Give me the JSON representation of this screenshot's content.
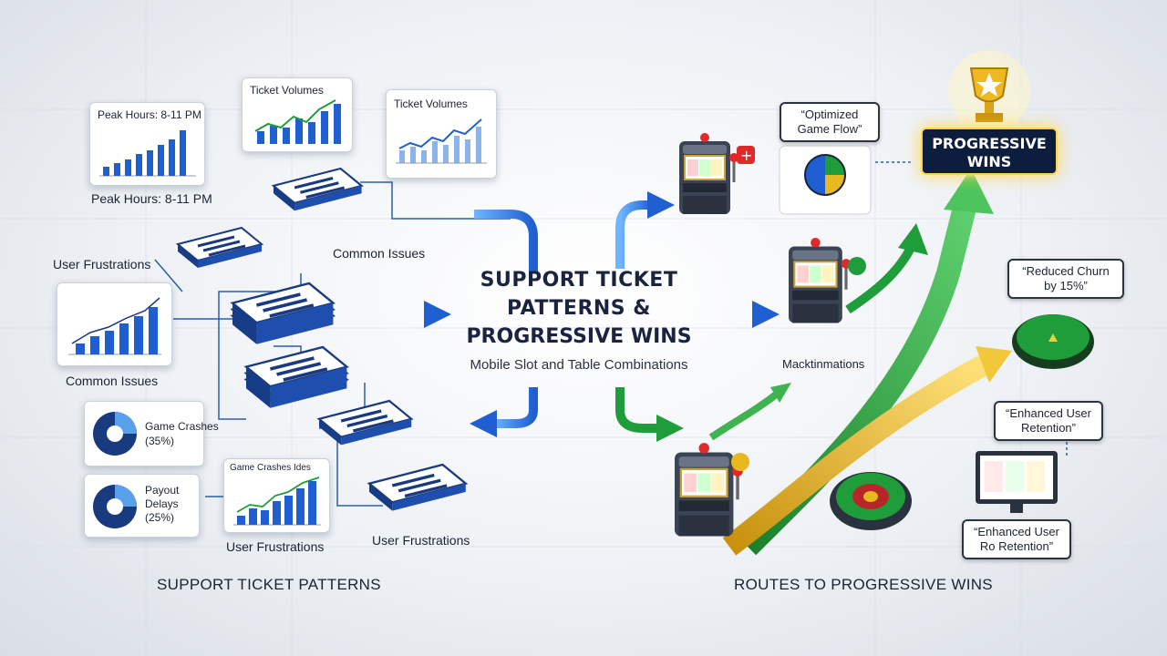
{
  "center": {
    "title_line1": "SUPPORT TICKET",
    "title_line2": "PATTERNS &",
    "title_line3": "PROGRESSIVE WINS",
    "subtitle": "Mobile Slot and Table Combinations"
  },
  "left": {
    "section_label": "SUPPORT TICKET PATTERNS",
    "chart_peak_title": "Peak Hours: 8-11 PM",
    "peak_caption": "Peak Hours: 8-11 PM",
    "chart_ticket1_title": "Ticket Volumes",
    "chart_ticket2_title": "Ticket Volumes",
    "user_frustrations_label": "User Frustrations",
    "common_issues_label_left": "Common Issues",
    "common_issues_label_mid": "Common Issues",
    "game_crashes_label": "Game Crashes",
    "game_crashes_pct": "(35%)",
    "payout_label_1": "Payout",
    "payout_label_2": "Delays",
    "payout_pct": "(25%)",
    "chart_bottom_title": "Game Crashes Ides",
    "user_frustrations_bottom": "User Frustrations",
    "user_frustrations_right": "User Frustrations"
  },
  "right": {
    "section_label": "ROUTES TO PROGRESSIVE WINS",
    "progressive_line1": "PROGRESSIVE",
    "progressive_line2": "WINS",
    "bubble_optimized_1": "“Optimized",
    "bubble_optimized_2": "Game Flow”",
    "bubble_churn_1": "“Reduced Churn",
    "bubble_churn_2": "by 15%”",
    "bubble_retention_1": "“Enhanced User",
    "bubble_retention_2": "Retention”",
    "bubble_retention2_1": "“Enhanced User",
    "bubble_retention2_2": "Ro Retention”",
    "machine_label": "Macktinmations"
  },
  "chart_data": [
    {
      "type": "bar",
      "title": "Peak Hours: 8-11 PM",
      "values": [
        1,
        2,
        3,
        4,
        5,
        6,
        7,
        8
      ],
      "note": "relative bar heights, increasing"
    },
    {
      "type": "line",
      "title": "Ticket Volumes",
      "values": [
        2,
        3,
        2.5,
        4,
        3,
        5,
        4.5,
        6
      ],
      "note": "relative trend, increasing"
    },
    {
      "type": "line",
      "title": "Ticket Volumes",
      "values": [
        2,
        2.5,
        2,
        3,
        2.5,
        3.5,
        3,
        4.5
      ],
      "note": "relative trend, increasing"
    },
    {
      "type": "bar",
      "title": "",
      "values": [
        1,
        2,
        2.5,
        3.5,
        4.5,
        5.5
      ],
      "note": "relative bar heights, increasing"
    },
    {
      "type": "pie",
      "title": "Game Crashes",
      "values": [
        35,
        65
      ]
    },
    {
      "type": "pie",
      "title": "Payout Delays",
      "values": [
        25,
        75
      ]
    },
    {
      "type": "bar",
      "title": "Game Crashes Ides",
      "values": [
        1,
        2,
        2,
        3,
        4,
        5,
        6
      ],
      "note": "relative bar heights, increasing"
    }
  ],
  "colors": {
    "navy": "#1a2440",
    "blue": "#1f5fd1",
    "green": "#1f9d3a",
    "gold": "#e8b820"
  }
}
